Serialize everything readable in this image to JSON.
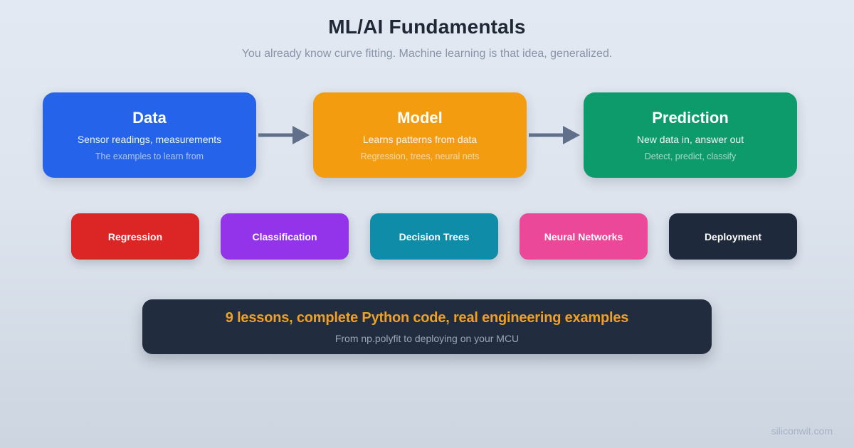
{
  "page": {
    "title": "ML/AI Fundamentals",
    "subtitle": "You already know curve fitting. Machine learning is that idea, generalized.",
    "watermark": "siliconwit.com",
    "background_top": "#e3e9f2",
    "background_bottom": "#ccd5e0"
  },
  "flow": {
    "arrow_color": "#60708a",
    "steps": [
      {
        "title": "Data",
        "description": "Sensor readings, measurements",
        "caption": "The examples to learn from",
        "color": "#2563eb"
      },
      {
        "title": "Model",
        "description": "Learns patterns from data",
        "caption": "Regression, trees, neural nets",
        "color": "#f39c0f"
      },
      {
        "title": "Prediction",
        "description": "New data in, answer out",
        "caption": "Detect, predict, classify",
        "color": "#0d9b6c"
      }
    ]
  },
  "topics": [
    {
      "label": "Regression",
      "color": "#dc2626"
    },
    {
      "label": "Classification",
      "color": "#9333ea"
    },
    {
      "label": "Decision Trees",
      "color": "#0f8ca8"
    },
    {
      "label": "Neural Networks",
      "color": "#ec4899"
    },
    {
      "label": "Deployment",
      "color": "#1e293b"
    }
  ],
  "banner": {
    "headline": "9 lessons, complete Python code, real engineering examples",
    "subline": "From np.polyfit to deploying on your MCU",
    "background": "#212c3e",
    "headline_color": "#f1a024"
  }
}
